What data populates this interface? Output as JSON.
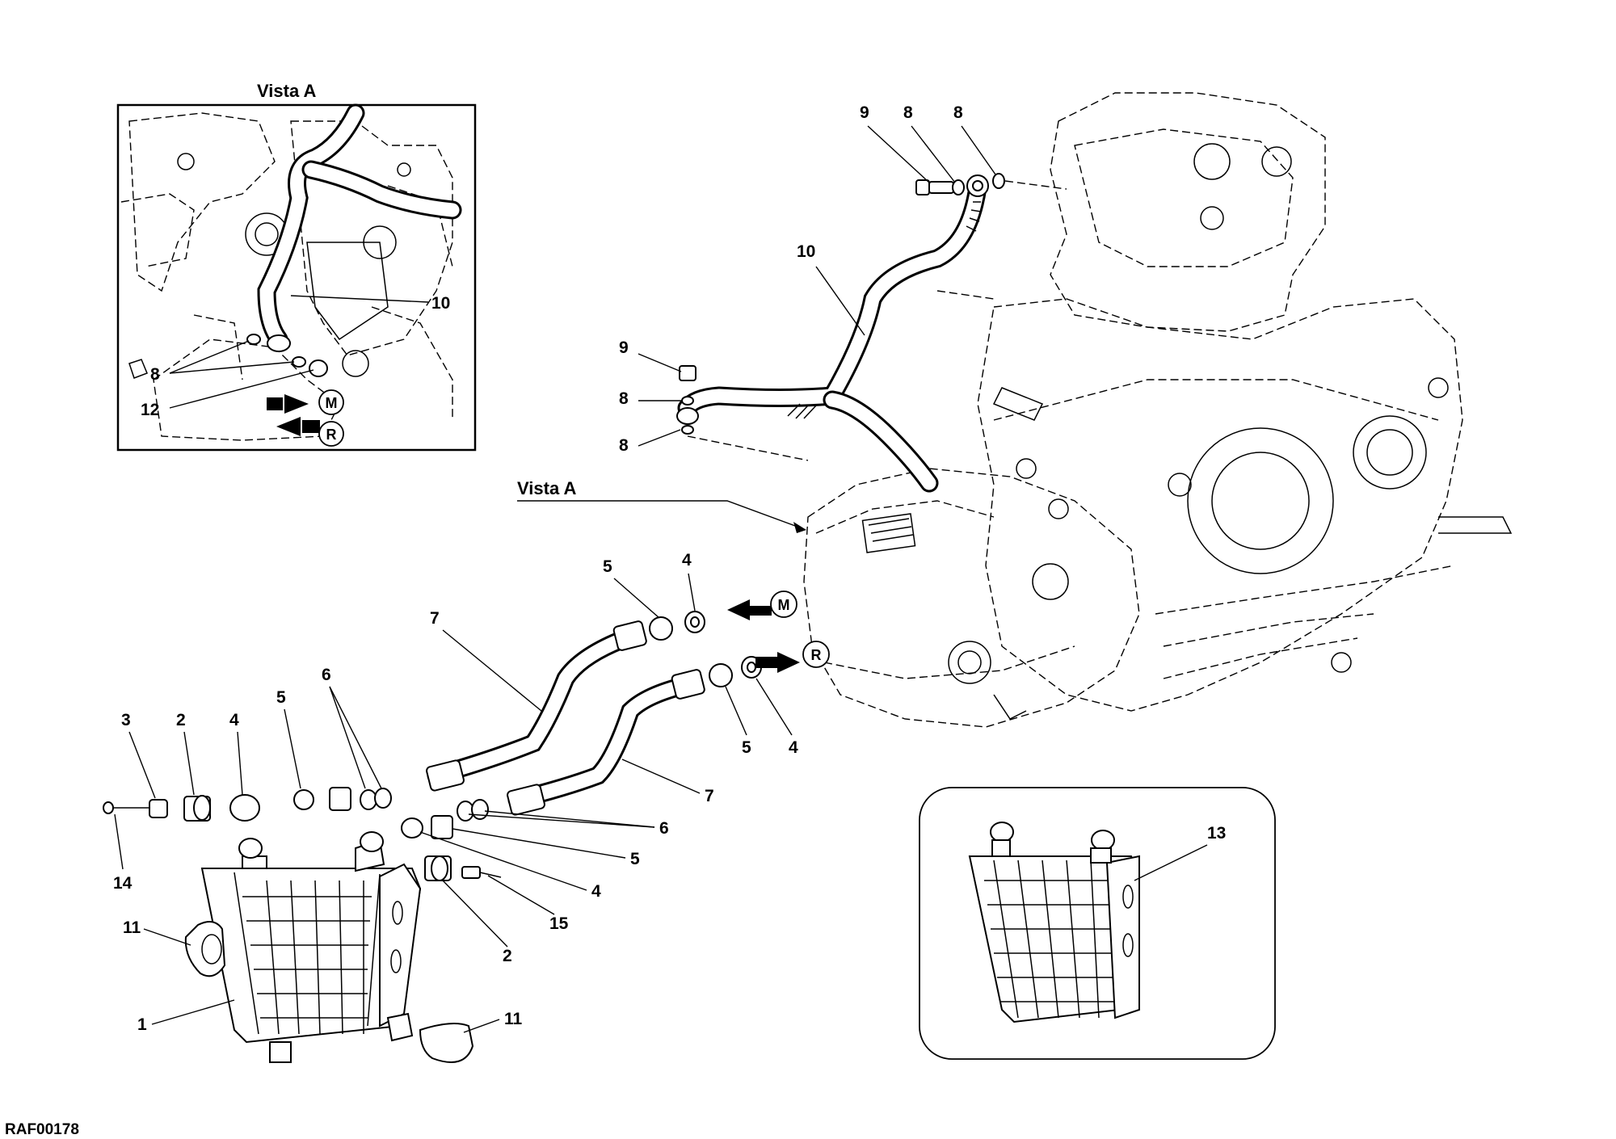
{
  "document_code": "RAF00178",
  "view_title": "Vista A",
  "view_pointer_label": "Vista A",
  "flow_markers": {
    "m": "M",
    "r": "R"
  },
  "callouts": {
    "c1": "1",
    "c2a": "2",
    "c2b": "2",
    "c3": "3",
    "c4a": "4",
    "c4b": "4",
    "c4c": "4",
    "c4d": "4",
    "c5a": "5",
    "c5b": "5",
    "c5c": "5",
    "c5d": "5",
    "c6a": "6",
    "c6b": "6",
    "c7a": "7",
    "c7b": "7",
    "c8a": "8",
    "c8b": "8",
    "c8c": "8",
    "c8d": "8",
    "c9a": "9",
    "c9b": "9",
    "c10a": "10",
    "c11a": "11",
    "c11b": "11",
    "c13": "13",
    "c14": "14",
    "c15": "15"
  },
  "inset_callouts": {
    "c8": "8",
    "c10": "10",
    "c12": "12"
  }
}
